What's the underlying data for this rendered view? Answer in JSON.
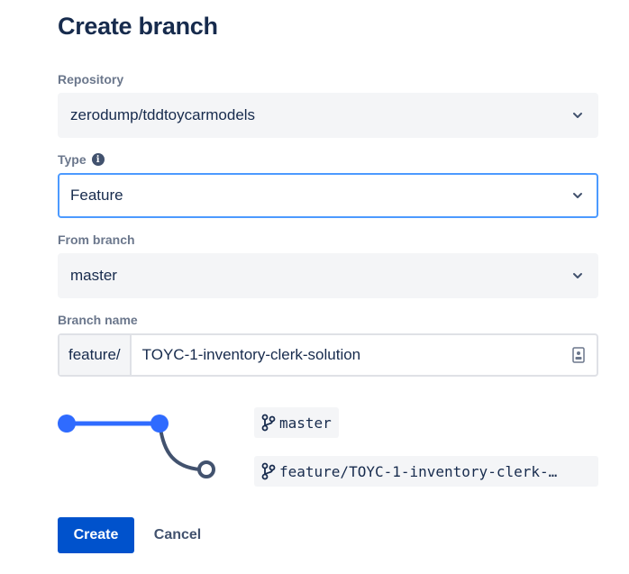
{
  "dialog": {
    "title": "Create branch"
  },
  "repository": {
    "label": "Repository",
    "value": "zerodump/tddtoycarmodels"
  },
  "type": {
    "label": "Type",
    "value": "Feature"
  },
  "from_branch": {
    "label": "From branch",
    "value": "master"
  },
  "branch_name": {
    "label": "Branch name",
    "prefix": "feature/",
    "value": "TOYC-1-inventory-clerk-solution"
  },
  "diagram": {
    "source_branch": "master",
    "new_branch": "feature/TOYC-1-inventory-clerk-…"
  },
  "actions": {
    "create_label": "Create",
    "cancel_label": "Cancel"
  },
  "colors": {
    "primary": "#0052cc",
    "diagram_blue": "#2f6bff",
    "diagram_gray": "#42526e",
    "focus_border": "#4c9aff"
  }
}
